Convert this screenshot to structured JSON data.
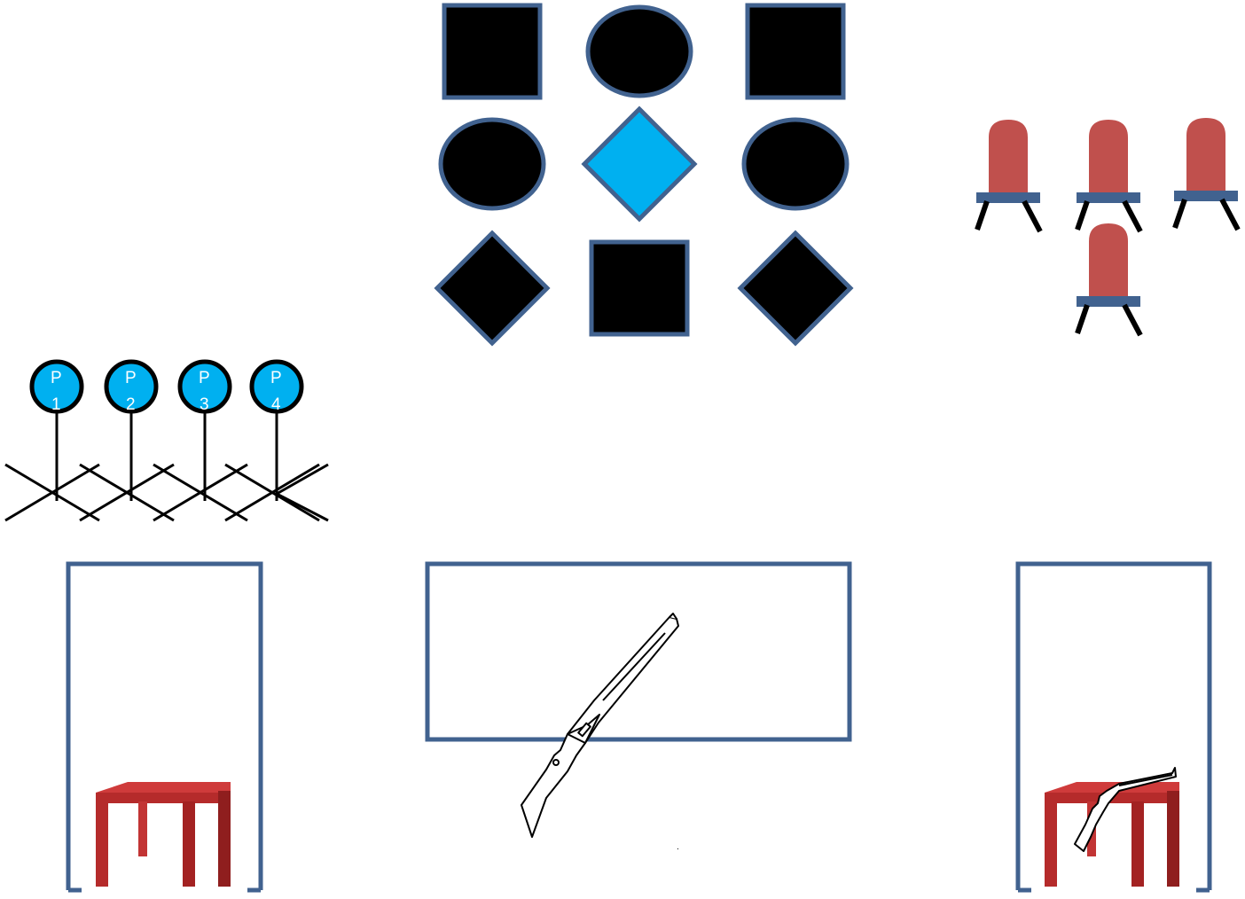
{
  "colors": {
    "outline": "#41628f",
    "target_fill": "#000000",
    "highlight_target": "#00b0f0",
    "chair_seat": "#c0504d",
    "chair_base": "#41628f",
    "table_top": "#cf3b3b",
    "table_side": "#a32222",
    "popper_fill": "#00b0f0"
  },
  "targets": [
    {
      "shape": "square",
      "highlight": false
    },
    {
      "shape": "ellipse",
      "highlight": false
    },
    {
      "shape": "square",
      "highlight": false
    },
    {
      "shape": "ellipse",
      "highlight": false
    },
    {
      "shape": "diamond",
      "highlight": true
    },
    {
      "shape": "ellipse",
      "highlight": false
    },
    {
      "shape": "diamond",
      "highlight": false
    },
    {
      "shape": "square",
      "highlight": false
    },
    {
      "shape": "diamond",
      "highlight": false
    }
  ],
  "poppers": [
    {
      "top": "P",
      "bottom": "1"
    },
    {
      "top": "P",
      "bottom": "2"
    },
    {
      "top": "P",
      "bottom": "3"
    },
    {
      "top": "P",
      "bottom": "4"
    }
  ],
  "chairs_count": 4,
  "icons": {
    "rifle": "rifle-icon",
    "shotgun": "shotgun-icon",
    "table": "table-icon",
    "chair": "chair-icon",
    "popper": "popper-target-icon"
  }
}
